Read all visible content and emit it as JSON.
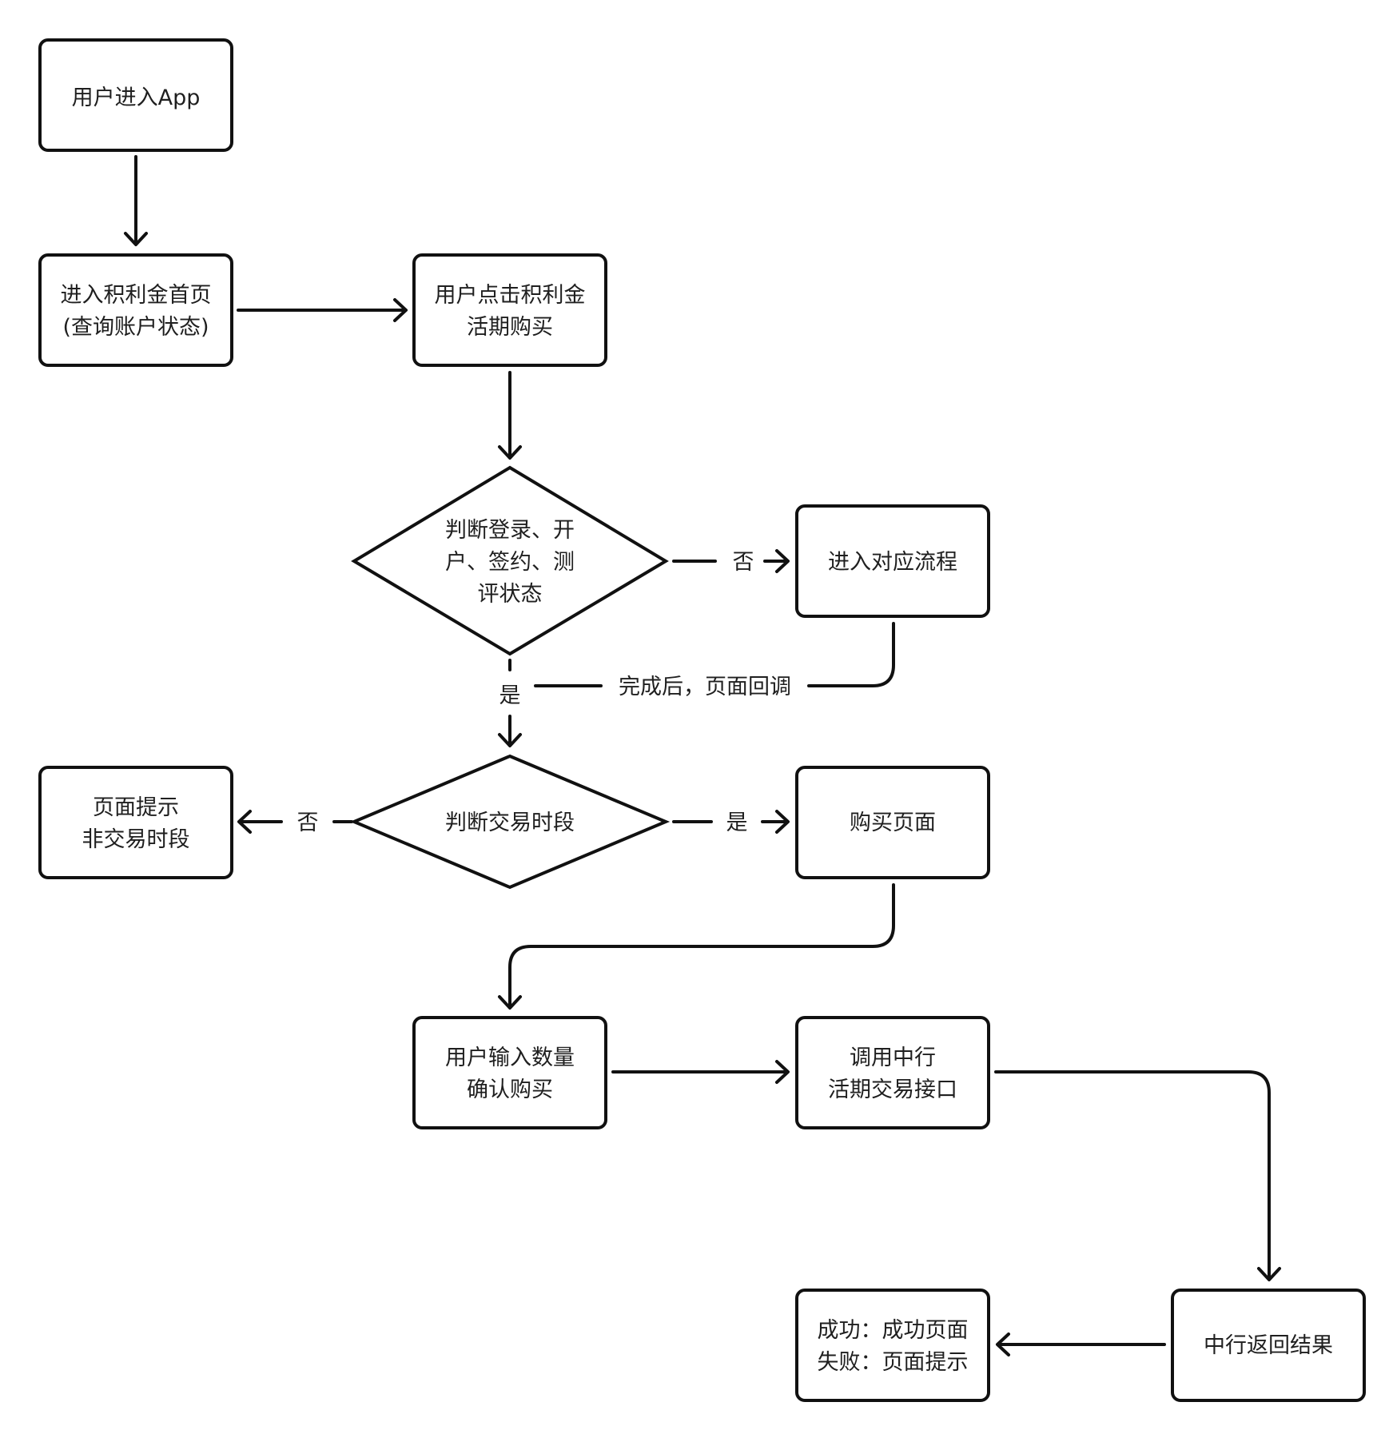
{
  "nodes": {
    "enter_app": {
      "lines": [
        "用户进入App"
      ]
    },
    "home_page": {
      "lines": [
        "进入积利金首页",
        "(查询账户状态)"
      ]
    },
    "click_buy": {
      "lines": [
        "用户点击积利金",
        "活期购买"
      ]
    },
    "check_status": {
      "lines": [
        "判断登录、开",
        "户、签约、测",
        "评状态"
      ]
    },
    "enter_flow": {
      "lines": [
        "进入对应流程"
      ]
    },
    "check_time": {
      "lines": [
        "判断交易时段"
      ]
    },
    "non_trading": {
      "lines": [
        "页面提示",
        "非交易时段"
      ]
    },
    "buy_page": {
      "lines": [
        "购买页面"
      ]
    },
    "input_qty": {
      "lines": [
        "用户输入数量",
        "确认购买"
      ]
    },
    "call_api": {
      "lines": [
        "调用中行",
        "活期交易接口"
      ]
    },
    "bank_return": {
      "lines": [
        "中行返回结果"
      ]
    },
    "result": {
      "lines": [
        "成功：成功页面",
        "失败：页面提示"
      ]
    }
  },
  "edge_labels": {
    "status_no": "否",
    "status_yes": "是",
    "callback": "完成后，页面回调",
    "time_no": "否",
    "time_yes": "是"
  },
  "colors": {
    "stroke": "#111111",
    "text": "#1f1f1f",
    "background": "#ffffff"
  }
}
